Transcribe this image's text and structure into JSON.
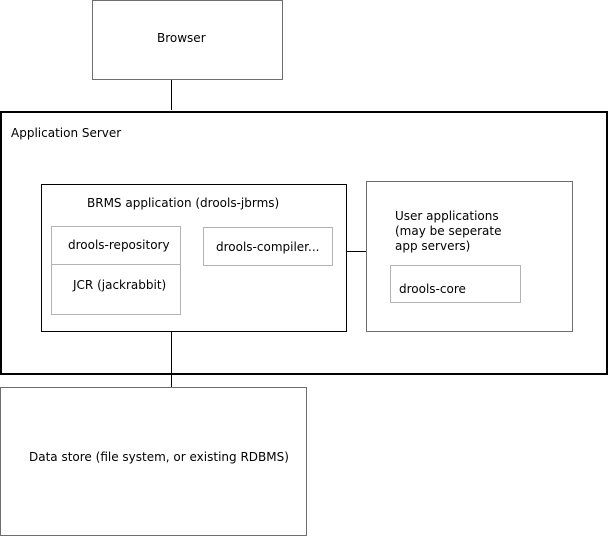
{
  "browser": {
    "label": "Browser"
  },
  "application_server": {
    "label": "Application Server"
  },
  "brms_application": {
    "label": "BRMS application (drools-jbrms)",
    "repository_label": "drools-repository",
    "jcr_label": "JCR (jackrabbit)",
    "compiler_label": "drools-compiler..."
  },
  "user_applications": {
    "label": "User applications\n(may be seperate\napp servers)",
    "core_label": "drools-core"
  },
  "data_store": {
    "label": "Data store (file system, or existing RDBMS)"
  },
  "colors": {
    "outer_border": "#000000",
    "box_border": "#6e6e6e",
    "inner_border": "#b3b3b3",
    "text": "#000000"
  }
}
